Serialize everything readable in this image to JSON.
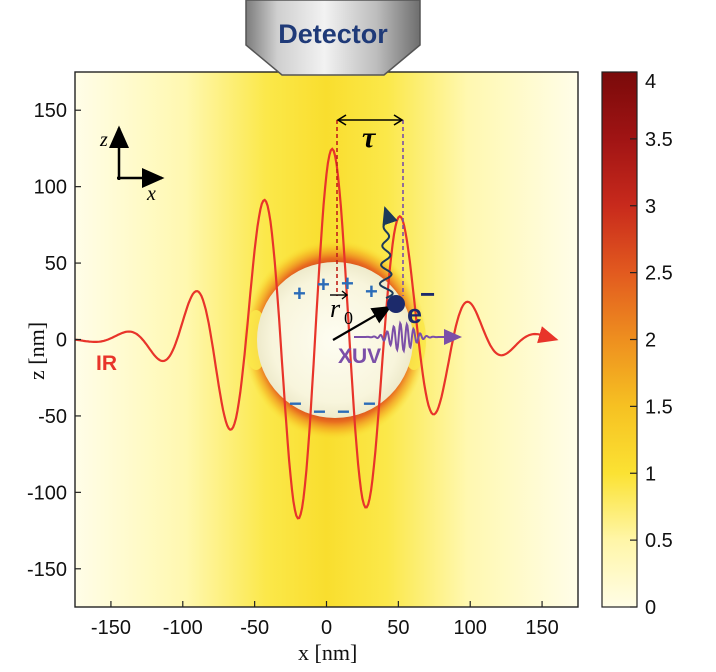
{
  "detector": {
    "label": "Detector"
  },
  "axes": {
    "x_label": "x [nm]",
    "y_label": "z [nm]",
    "x_ticks": [
      "-150",
      "-100",
      "-50",
      "0",
      "50",
      "100",
      "150"
    ],
    "y_ticks": [
      "150",
      "100",
      "50",
      "0",
      "-50",
      "-100",
      "-150"
    ],
    "xlim": [
      -175,
      175
    ],
    "ylim": [
      -175,
      175
    ]
  },
  "colorbar": {
    "ticks": [
      "4",
      "3.5",
      "3",
      "2.5",
      "2",
      "1.5",
      "1",
      "0.5",
      "0"
    ],
    "range": [
      0,
      4
    ]
  },
  "annotations": {
    "tau": "τ",
    "coord_z": "z",
    "coord_x": "x",
    "r0_base": "r",
    "r0_sub": "0",
    "electron": "e",
    "electron_charge": "−",
    "ir_label": "IR",
    "xuv_label": "XUV",
    "plus_sign": "+",
    "minus_sign": "−"
  },
  "colors": {
    "ir_wave": "#e8342a",
    "xuv_wave": "#7b4fa8",
    "detector_text": "#1f3a78",
    "charges": "#2b6cb8",
    "electron": "#1c2a6b",
    "colormap": [
      "#fffde6",
      "#fff5a0",
      "#fbe233",
      "#f4b61e",
      "#ea7a1e",
      "#d8401f",
      "#ae1716",
      "#7a0a0a"
    ]
  }
}
